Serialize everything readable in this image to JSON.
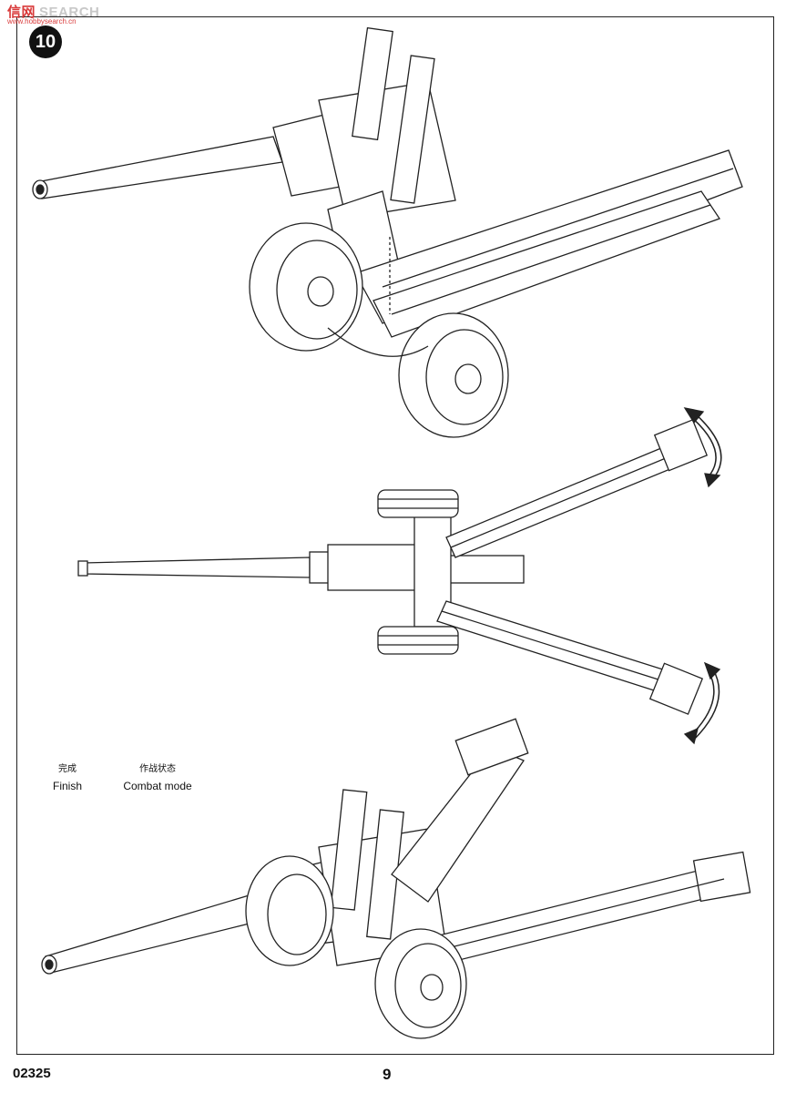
{
  "watermark": {
    "brand": "信网",
    "text": "SEARCH",
    "sub": "www.hobbysearch.cn"
  },
  "step": {
    "number": "10"
  },
  "labels": {
    "finish_cn": "完成",
    "finish_en": "Finish",
    "combat_cn": "作战状态",
    "combat_en": "Combat mode"
  },
  "footer": {
    "code": "02325",
    "page": "9"
  }
}
